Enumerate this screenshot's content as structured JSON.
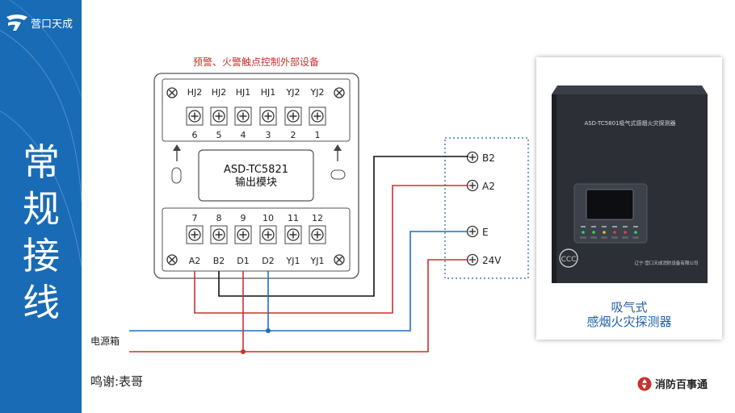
{
  "brand": {
    "logo_text": "营口天成",
    "footer_brand": "消防百事通",
    "primary_color": "#1a6bb5"
  },
  "title_vertical": [
    "常",
    "规",
    "接",
    "线"
  ],
  "diagram": {
    "header_label": "预警、火警触点控制外部设备",
    "module_name_line1": "ASD-TC5821",
    "module_name_line2": "输出模块",
    "top_terminals": {
      "labels": [
        "HJ2",
        "HJ2",
        "HJ1",
        "HJ1",
        "YJ2",
        "YJ2"
      ],
      "numbers": [
        "6",
        "5",
        "4",
        "3",
        "2",
        "1"
      ]
    },
    "bottom_terminals": {
      "numbers": [
        "7",
        "8",
        "9",
        "10",
        "11",
        "12"
      ],
      "labels": [
        "A2",
        "B2",
        "D1",
        "D2",
        "YJ1",
        "YJ1"
      ]
    },
    "detector_terminals": [
      "B2",
      "A2",
      "E",
      "24V"
    ],
    "power_box_label": "电源箱",
    "wire_colors": {
      "red": "#c8312d",
      "black": "#111111",
      "blue": "#1f6fbf"
    }
  },
  "detector": {
    "panel_label": "ASD-TC5801吸气式感烟火灾探测器",
    "maker_label": "辽宁·营口天成消防设备有限公司",
    "caption_line1": "吸气式",
    "caption_line2": "感烟火灾探测器"
  },
  "credit": "鸣谢:表哥"
}
